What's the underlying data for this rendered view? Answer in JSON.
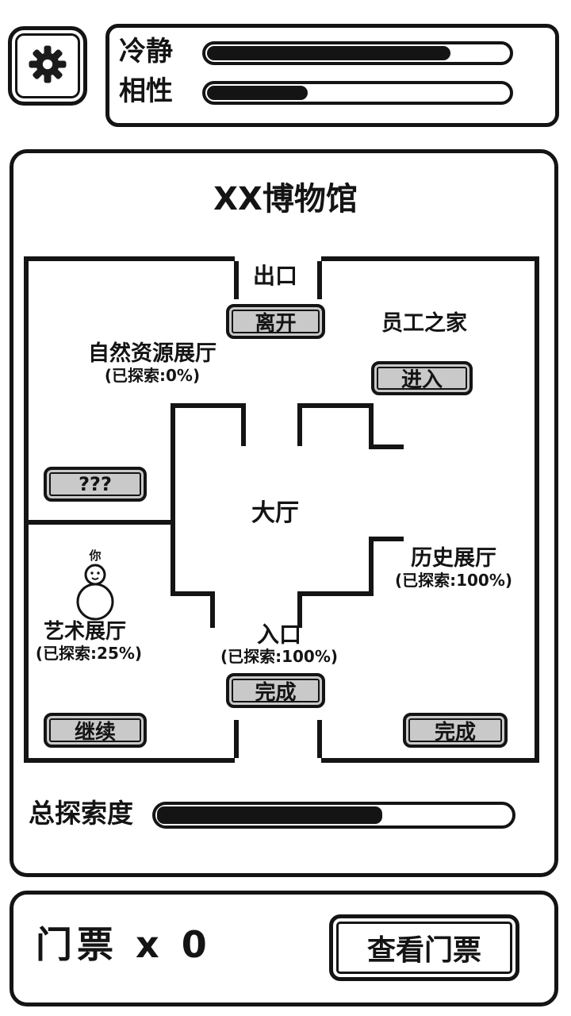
{
  "colors": {
    "ink": "#141414",
    "button_fill": "#c9c9c9",
    "bar_fill": "#141414"
  },
  "header": {
    "stats": [
      {
        "id": "calm",
        "label": "冷静",
        "percent": 80
      },
      {
        "id": "affinity",
        "label": "相性",
        "percent": 33
      }
    ]
  },
  "museum": {
    "title": "XX博物馆",
    "exit": {
      "label": "出口",
      "leave_button": "离开"
    },
    "staff_room": {
      "label": "员工之家",
      "enter_button": "进入"
    },
    "natural_hall": {
      "label": "自然资源展厅",
      "progress": "(已探索:0%)"
    },
    "mystery_button": "???",
    "main_hall": {
      "label": "大厅"
    },
    "player": {
      "label": "你"
    },
    "history_hall": {
      "label": "历史展厅",
      "progress": "(已探索:100%)",
      "done_button": "完成"
    },
    "art_hall": {
      "label": "艺术展厅",
      "progress": "(已探索:25%)",
      "continue_button": "继续"
    },
    "entrance": {
      "label": "入口",
      "progress": "(已探索:100%)",
      "done_button": "完成"
    },
    "exploration": {
      "label": "总探索度",
      "percent": 63
    }
  },
  "footer": {
    "tickets_text": "门票 x 0",
    "view_tickets_button": "查看门票"
  }
}
